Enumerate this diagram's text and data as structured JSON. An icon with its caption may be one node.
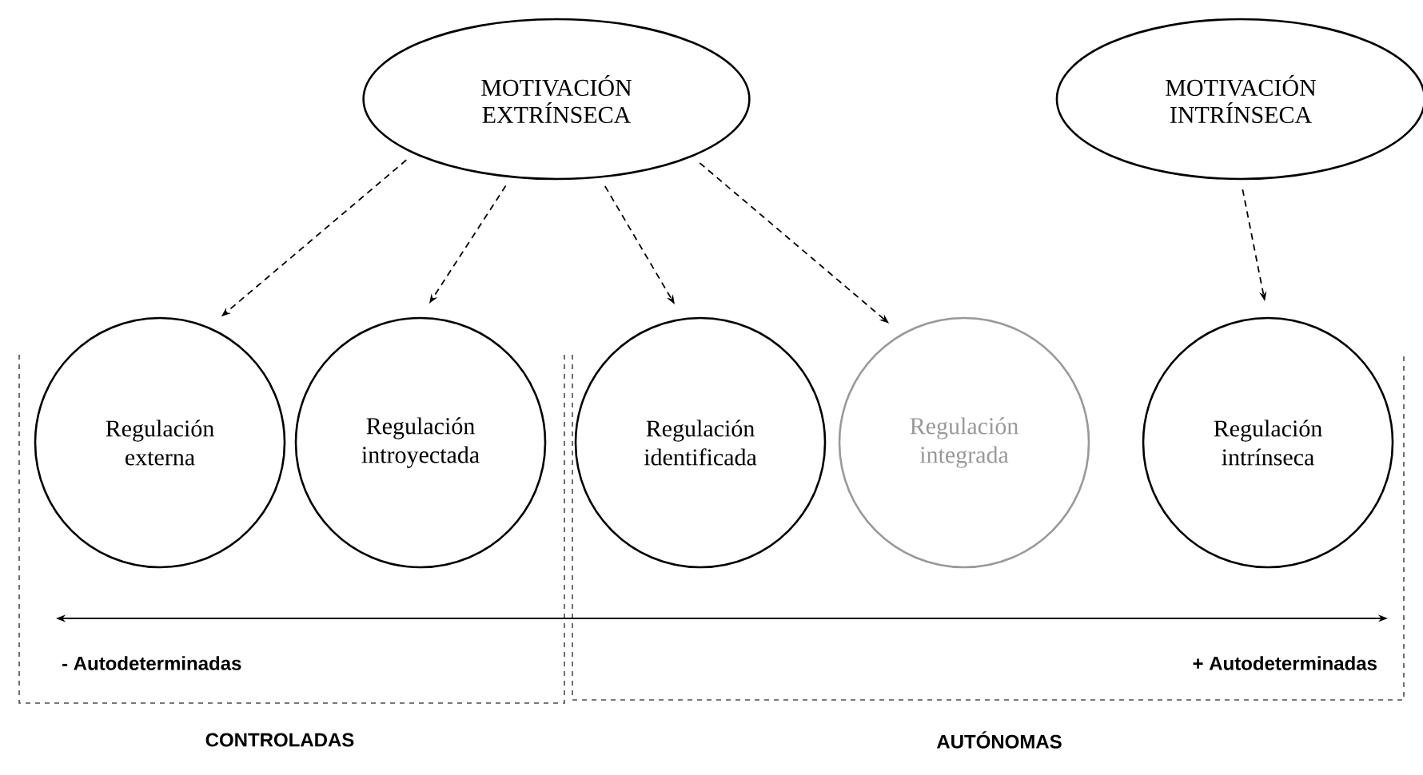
{
  "diagram": {
    "nodes": [
      {
        "text": [
          "MOTIVACIÓN EXTRÍNSECA"
        ]
      },
      {
        "text": [
          "MOTIVACIÓN INTRÍNSECA"
        ]
      },
      {
        "text": [
          "CONTROLADAS"
        ]
      },
      {
        "text": [
          "Regulación externa"
        ],
        "in": 2
      },
      {
        "text": [
          "Regulación introyectada"
        ],
        "in": 2
      },
      {
        "text": [
          "AUTÓNOMAS"
        ]
      },
      {
        "text": [
          "Regulación identificada"
        ],
        "in": 5
      },
      {
        "text": [
          "Regulación integrada"
        ],
        "in": 5
      },
      {
        "text": [
          "Regulación intrínseca"
        ],
        "in": 5
      }
    ],
    "edges": [
      {
        "from": 0,
        "to": 3,
        "arrow": "to",
        "style": "dashed"
      },
      {
        "from": 0,
        "to": 4,
        "arrow": "to",
        "style": "dashed"
      },
      {
        "from": 0,
        "to": 6,
        "arrow": "to",
        "style": "dashed"
      },
      {
        "from": 0,
        "to": 7,
        "arrow": "to",
        "style": "dashed"
      },
      {
        "from": 1,
        "to": 8,
        "arrow": "to",
        "style": "dashed"
      }
    ],
    "labels": [
      "- Autodeterminadas",
      "+ Autodeterminadas"
    ]
  }
}
